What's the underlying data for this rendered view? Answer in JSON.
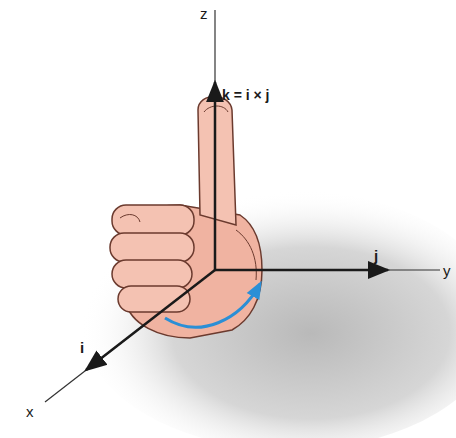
{
  "diagram": {
    "labels": [
      "z",
      "k = i × j",
      "j",
      "y",
      "i",
      "x"
    ]
  }
}
